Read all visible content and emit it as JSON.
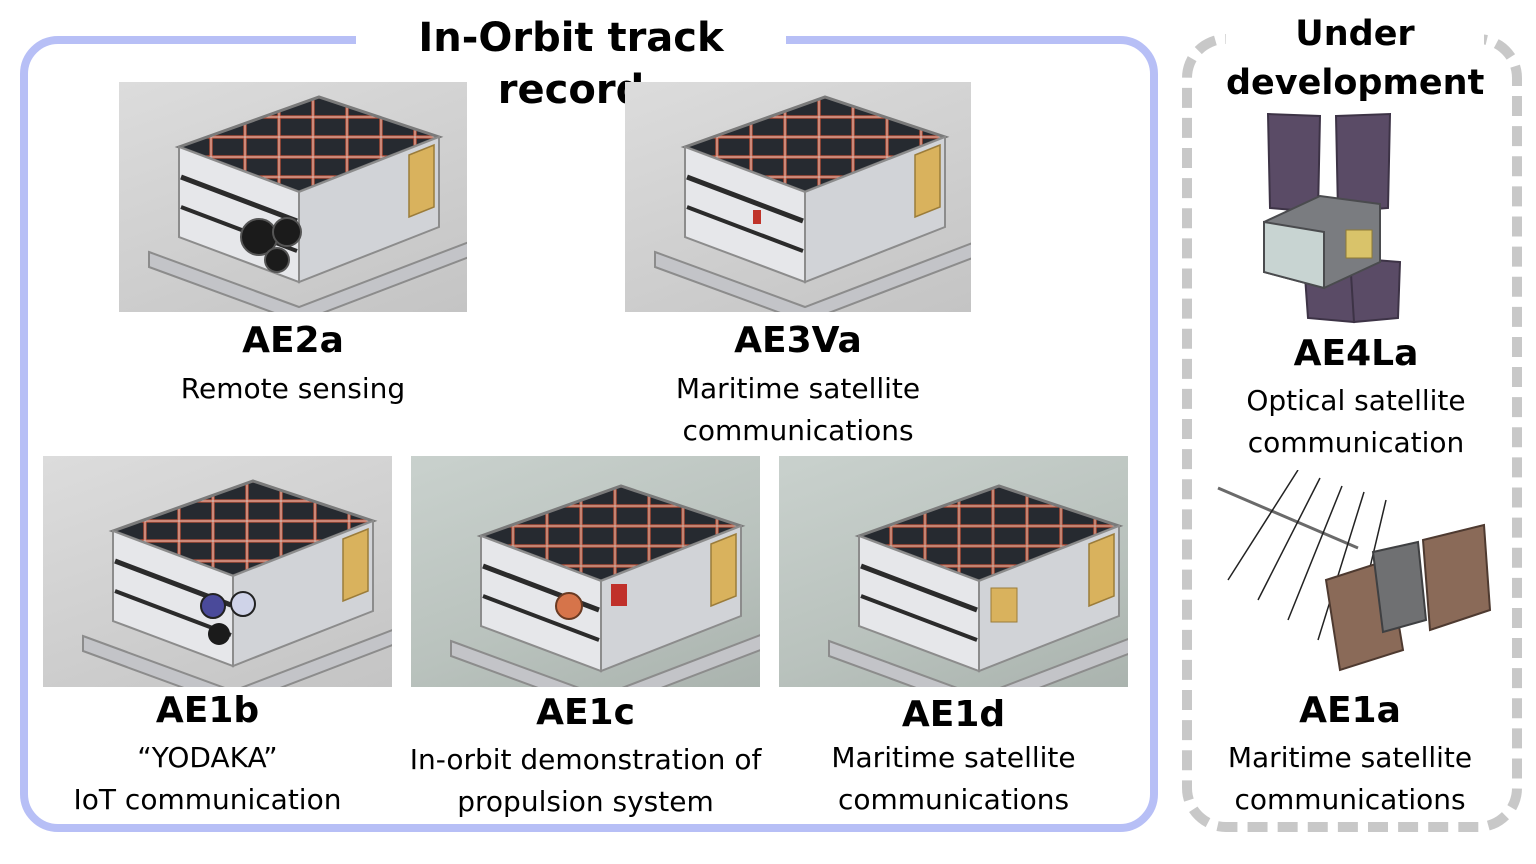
{
  "sections": {
    "in_orbit_title": "In-Orbit track record",
    "under_dev_title_line1": "Under",
    "under_dev_title_line2": "development"
  },
  "satellites": {
    "ae2a": {
      "name": "AE2a",
      "desc_line1": "Remote sensing",
      "desc_line2": ""
    },
    "ae3va": {
      "name": "AE3Va",
      "desc_line1": "Maritime satellite",
      "desc_line2": "communications"
    },
    "ae1b": {
      "name": "AE1b",
      "desc_line1": "“YODAKA”",
      "desc_line2": "IoT communication"
    },
    "ae1c": {
      "name": "AE1c",
      "desc_line1": "In-orbit demonstration of",
      "desc_line2": "propulsion system"
    },
    "ae1d": {
      "name": "AE1d",
      "desc_line1": "Maritime satellite",
      "desc_line2": "communications"
    },
    "ae4la": {
      "name": "AE4La",
      "desc_line1": "Optical satellite",
      "desc_line2": "communication"
    },
    "ae1a": {
      "name": "AE1a",
      "desc_line1": "Maritime satellite",
      "desc_line2": "communications"
    }
  },
  "colors": {
    "in_orbit_border": "#b7bff6",
    "under_dev_border": "#c8c8c8",
    "solar_cell": "#262a30",
    "solar_trace": "#c8553a",
    "chassis": "#dedfe2"
  }
}
